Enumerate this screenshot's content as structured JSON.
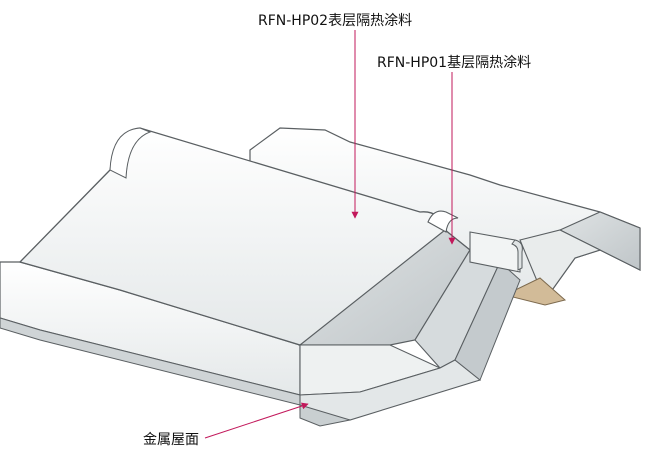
{
  "labels": {
    "top_coat": "RFN-HP02表层隔热涂料",
    "base_coat": "RFN-HP01基层隔热涂料",
    "metal_roof": "金属屋面"
  },
  "colors": {
    "leader": "#c2185b",
    "roof_top": "#f7f8f8",
    "roof_face": "#e6e9ea",
    "roof_shade": "#cfd4d6",
    "outline": "#5a5f62",
    "insulation": "#d2bb98"
  }
}
